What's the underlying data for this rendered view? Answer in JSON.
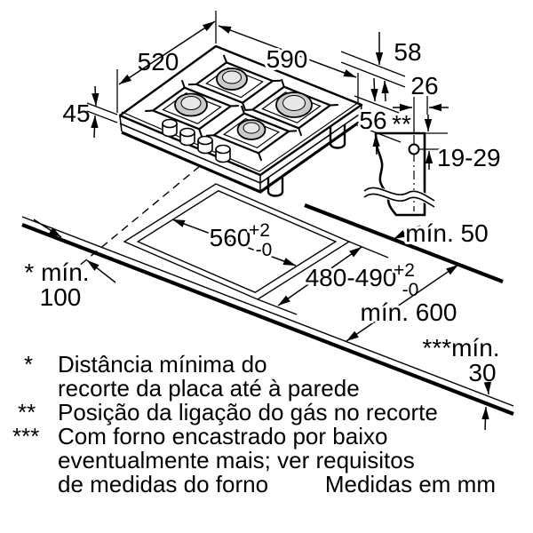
{
  "diagram": {
    "hob_dims": {
      "depth": "520",
      "width": "590",
      "grate_height": "58",
      "body_height_front": "45",
      "body_height": "56"
    },
    "gas_connection": {
      "offset_from_edge": "26",
      "marker": "**",
      "depth_range": "19-29"
    },
    "cutout_dims": {
      "width": "560",
      "width_tol_plus": "+2",
      "width_tol_minus": "-0",
      "depth": "480-490",
      "depth_tol_plus": "+2",
      "depth_tol_minus": "-0"
    },
    "clearances": {
      "rear": "mín. 50",
      "worktop_depth": "mín. 600",
      "wall_line1": "* mín.",
      "wall_line2": "100",
      "below_line1": "***mín.",
      "below_line2": "30"
    },
    "footnotes": [
      {
        "marker": "*",
        "lines": [
          "Distância mínima do",
          "recorte da placa até à parede"
        ]
      },
      {
        "marker": "**",
        "lines": [
          "Posição da ligação do gás no recorte"
        ]
      },
      {
        "marker": "***",
        "lines": [
          "Com forno encastrado por baixo",
          "eventualmente mais; ver requisitos",
          "de medidas do forno"
        ]
      }
    ],
    "units_note": "Medidas em mm",
    "colors": {
      "line": "#000000",
      "burner_cap": "#cbcbcb",
      "burner_cap_top": "#e8e8e8",
      "background": "#ffffff"
    }
  }
}
